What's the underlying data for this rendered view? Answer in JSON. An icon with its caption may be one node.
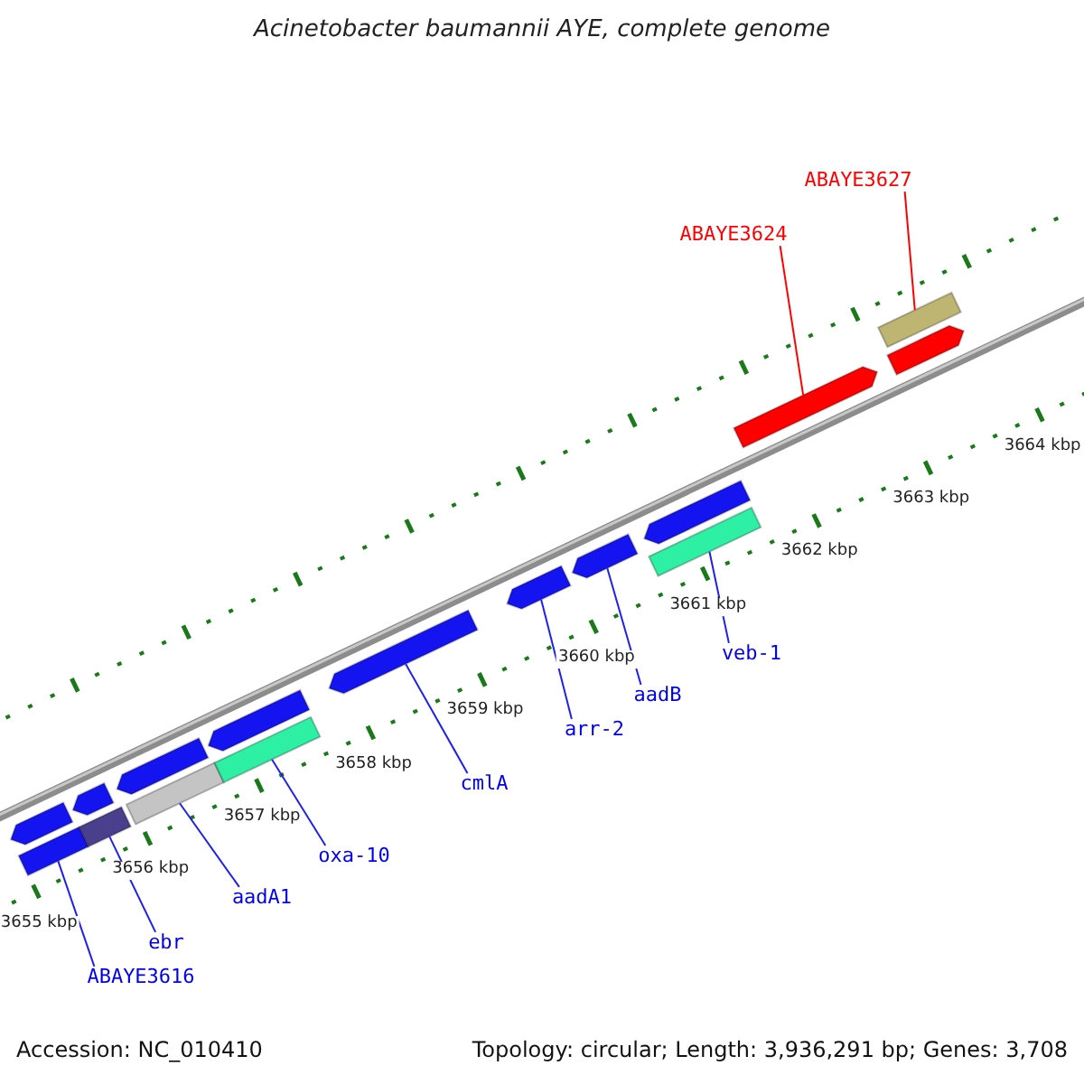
{
  "diagram": {
    "title": "Acinetobacter baumannii AYE, complete genome",
    "nodes": [
      {
        "text": [
          "ABAYE3627"
        ]
      },
      {
        "text": [
          "ABAYE3624"
        ]
      },
      {
        "text": [
          "veb-1"
        ]
      },
      {
        "text": [
          "aadB"
        ]
      },
      {
        "text": [
          "arr-2"
        ]
      },
      {
        "text": [
          "cmlA"
        ]
      },
      {
        "text": [
          "oxa-10"
        ]
      },
      {
        "text": [
          "aadA1"
        ]
      },
      {
        "text": [
          "ebr"
        ]
      },
      {
        "text": [
          "ABAYE3616"
        ]
      },
      {
        "text": [],
        "shape": "bar"
      },
      {
        "text": [],
        "shape": "bar"
      },
      {
        "text": [],
        "shape": "bar"
      },
      {
        "text": [],
        "shape": "bar"
      },
      {
        "text": [],
        "shape": "bar"
      },
      {
        "text": [],
        "shape": "bar"
      },
      {
        "text": [],
        "shape": "bar"
      },
      {
        "text": [],
        "shape": "bar"
      },
      {
        "text": [],
        "shape": "bar"
      },
      {
        "text": [],
        "shape": "bar"
      },
      {
        "text": [],
        "shape": "bar"
      },
      {
        "text": [],
        "shape": "bar"
      },
      {
        "text": [],
        "shape": "bar"
      },
      {
        "text": [],
        "shape": "bar"
      },
      {
        "text": [],
        "shape": "bar"
      },
      {
        "text": [],
        "shape": "bar"
      }
    ],
    "edges": [
      {
        "from": 0,
        "to": 24,
        "arrow": "none",
        "color": "#ff0000"
      },
      {
        "from": 1,
        "to": 23,
        "arrow": "none",
        "color": "#ff0000"
      },
      {
        "from": 2,
        "to": 22,
        "arrow": "none"
      },
      {
        "from": 3,
        "to": 20,
        "arrow": "none"
      },
      {
        "from": 4,
        "to": 19,
        "arrow": "none"
      },
      {
        "from": 5,
        "to": 18,
        "arrow": "none"
      },
      {
        "from": 6,
        "to": 17,
        "arrow": "none"
      },
      {
        "from": 7,
        "to": 15,
        "arrow": "none"
      },
      {
        "from": 8,
        "to": 13,
        "arrow": "none"
      },
      {
        "from": 9,
        "to": 11,
        "arrow": "none"
      }
    ],
    "labels": [
      "3664 kbp",
      "3663 kbp",
      "3662 kbp",
      "3661 kbp",
      "3660 kbp",
      "3659 kbp",
      "3658 kbp",
      "3657 kbp",
      "3656 kbp",
      "3655 kbp",
      "Accession: NC_010410",
      "Topology: circular; Length: 3,936,291 bp; Genes: 3,708"
    ]
  }
}
